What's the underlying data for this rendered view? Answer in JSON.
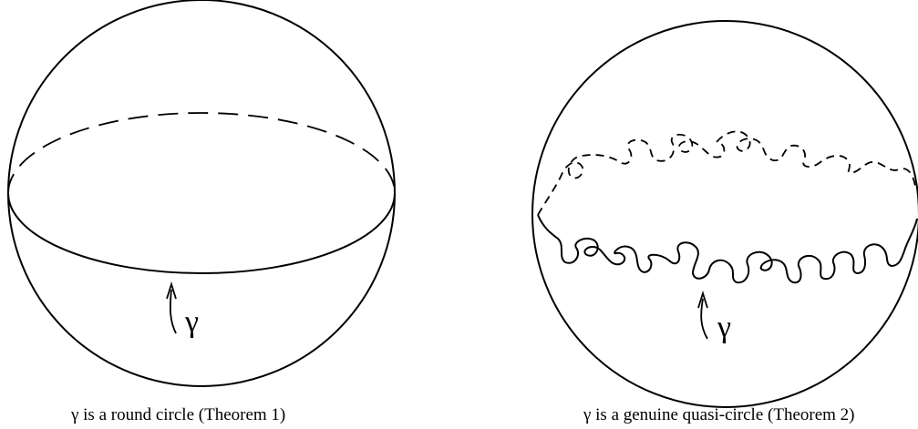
{
  "figure": {
    "left_sphere": {
      "gamma_label": "γ",
      "caption": "γ is a round circle (Theorem 1)"
    },
    "right_sphere": {
      "gamma_label": "γ",
      "caption": "γ is a genuine quasi-circle (Theorem 2)"
    }
  },
  "colors": {
    "ink": "#000000",
    "background": "#ffffff"
  }
}
